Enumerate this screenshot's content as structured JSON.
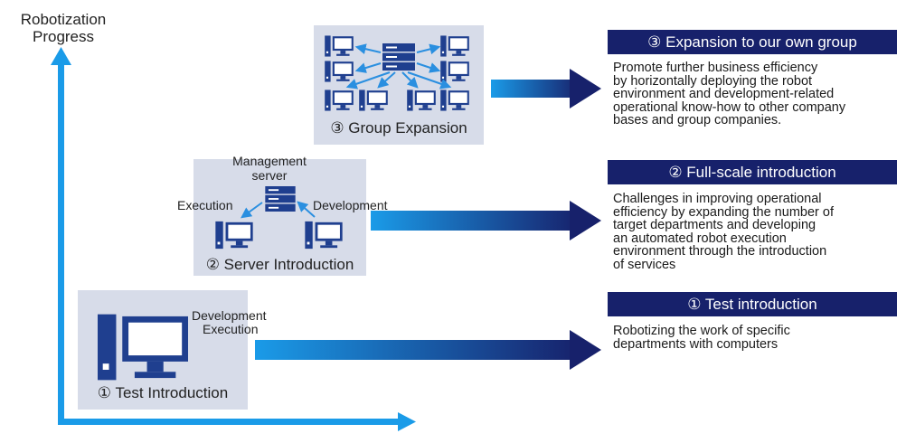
{
  "axis": {
    "title_line1": "Robotization",
    "title_line2": "Progress"
  },
  "stages": [
    {
      "label": "① Test Introduction",
      "annotations": [
        "Development",
        "Execution"
      ],
      "heading": "① Test introduction",
      "description": [
        "Robotizing the work of specific",
        "departments with computers"
      ]
    },
    {
      "label": "② Server Introduction",
      "server_label": [
        "Management",
        "server"
      ],
      "left_label": "Execution",
      "right_label": "Development",
      "heading": "② Full-scale introduction",
      "description": [
        "Challenges in improving operational",
        "efficiency by expanding the number of",
        "target departments and developing",
        "an automated robot execution",
        "environment through the introduction",
        "of services"
      ]
    },
    {
      "label": "③ Group Expansion",
      "heading": "③ Expansion to our own group",
      "description": [
        "Promote further business efficiency",
        "by horizontally deploying the robot",
        "environment and development-related",
        "operational know-how to other company",
        "bases and group companies."
      ]
    }
  ],
  "colors": {
    "navy": "#17216b",
    "icon_blue": "#1f3f8f",
    "axis_blue": "#1a9be8",
    "box_bg": "#d7dce9"
  },
  "icons": [
    "pc-icon",
    "server-icon",
    "arrow-icon"
  ]
}
